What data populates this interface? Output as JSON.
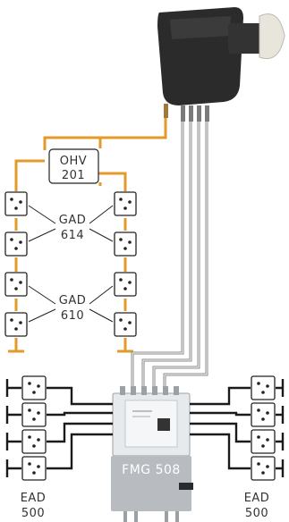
{
  "labels": {
    "ohv": {
      "line1": "OHV",
      "line2": "201"
    },
    "gad_top": {
      "line1": "GAD",
      "line2": "614"
    },
    "gad_bottom": {
      "line1": "GAD",
      "line2": "610"
    },
    "multiswitch": "FMG 508",
    "ead_left": {
      "line1": "EAD",
      "line2": "500"
    },
    "ead_right": {
      "line1": "EAD",
      "line2": "500"
    }
  },
  "colors": {
    "trunk_cable": "#e39a2b",
    "coax_cable": "#1a1a1a",
    "lnb_body": "#2a2a2a",
    "switch_body": "#c9cdd0"
  },
  "icons": [
    "lnb-icon",
    "antenna-socket-icon",
    "multiswitch-icon"
  ]
}
